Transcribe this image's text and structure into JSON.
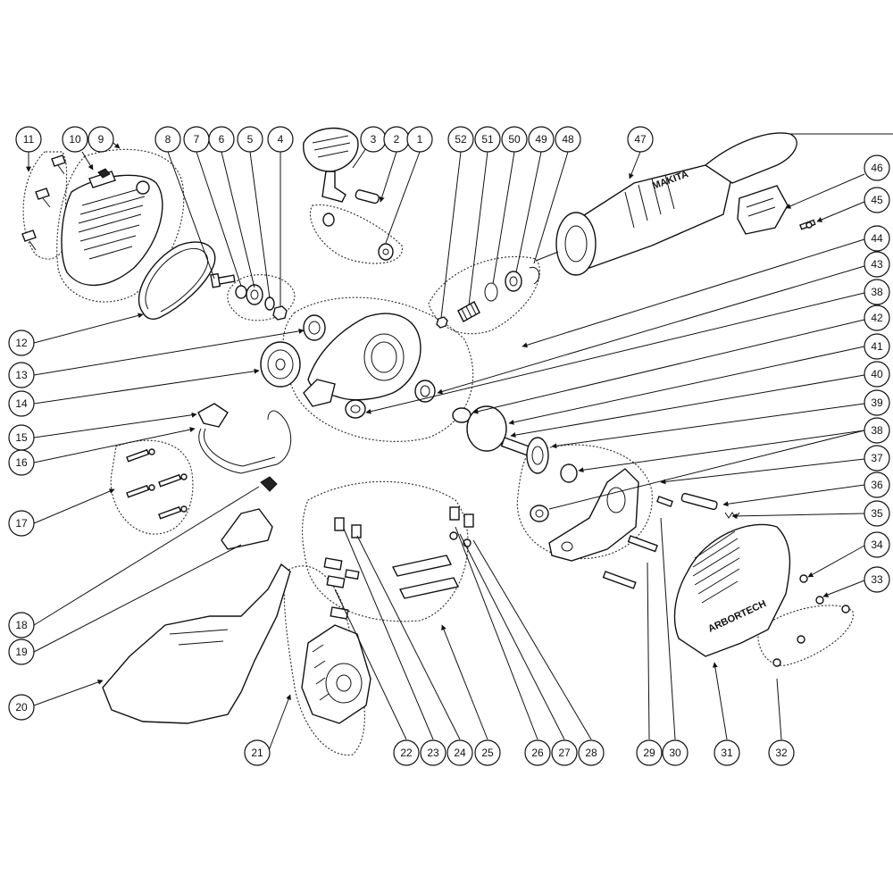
{
  "callouts": [
    "1",
    "2",
    "3",
    "4",
    "5",
    "6",
    "7",
    "8",
    "9",
    "10",
    "11",
    "12",
    "13",
    "14",
    "15",
    "16",
    "17",
    "18",
    "19",
    "20",
    "21",
    "22",
    "23",
    "24",
    "25",
    "26",
    "27",
    "28",
    "29",
    "30",
    "31",
    "32",
    "33",
    "34",
    "35",
    "36",
    "37",
    "38",
    "38",
    "39",
    "40",
    "41",
    "42",
    "43",
    "44",
    "45",
    "46",
    "47",
    "48",
    "49",
    "50",
    "51",
    "52"
  ],
  "markings": {
    "cover_brand": "ARBORTECH",
    "motor_brand": "MAKITA"
  },
  "colors": {
    "line": "#111111",
    "background": "#ffffff"
  }
}
